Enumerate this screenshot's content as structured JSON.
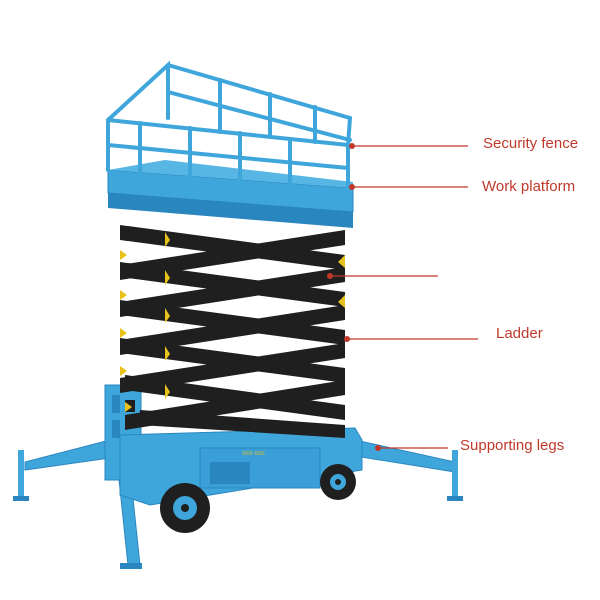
{
  "labels": {
    "security_fence": "Security fence",
    "work_platform": "Work platform",
    "ladder": "Ladder",
    "supporting_legs": "Supporting legs"
  },
  "colors": {
    "machine_blue": "#3fa6dc",
    "machine_blue_dark": "#2a86bf",
    "scissor_black": "#1f1f1f",
    "callout_red": "#c0392b",
    "accent_yellow": "#e8c21a"
  }
}
